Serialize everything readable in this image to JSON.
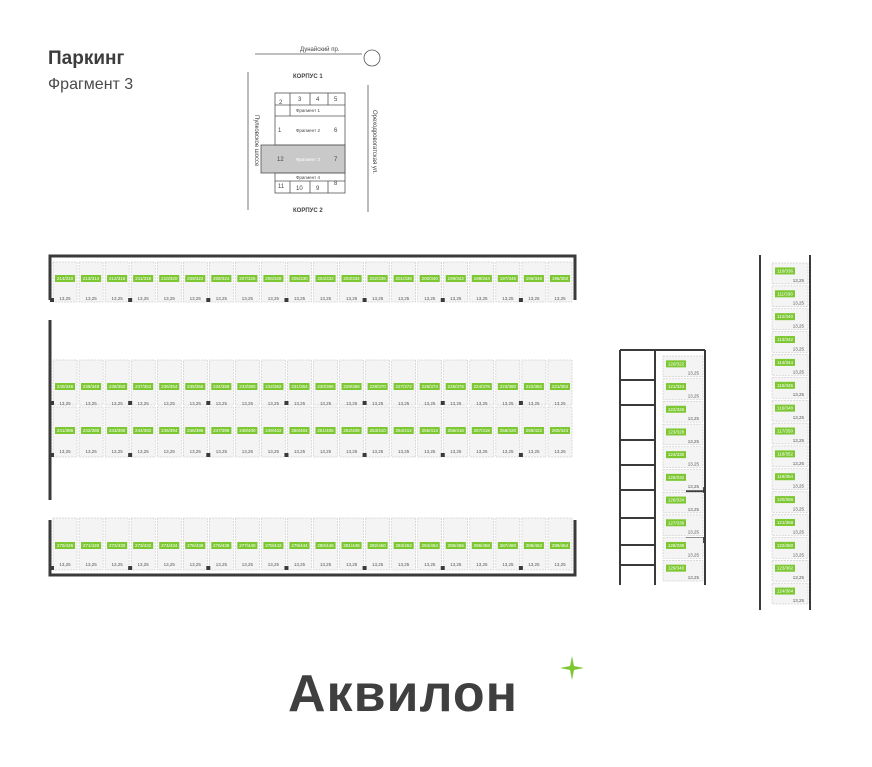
{
  "page": {
    "title": "Паркинг",
    "subtitle": "Фрагмент 3"
  },
  "keyplan": {
    "street_top": "Дунайский пр.",
    "street_left": "Пулковское шоссе",
    "street_right": "Ореходровогатская ул.",
    "building_top": "КОРПУС 1",
    "building_bottom": "КОРПУС 2",
    "zones": [
      "1",
      "2",
      "3",
      "4",
      "5",
      "6",
      "7",
      "8",
      "9",
      "10",
      "11",
      "12"
    ],
    "fragments": [
      "Фрагмент 1",
      "Фрагмент 2",
      "Фрагмент 3",
      "Фрагмент 4"
    ],
    "active_fragment": "Фрагмент 3"
  },
  "parking": {
    "spot_area": "13,25",
    "available_color": "#7dc832",
    "row_top": [
      "214/310",
      "213/314",
      "212/316",
      "211/318",
      "210/320",
      "209/322",
      "208/324",
      "207/326",
      "206/328",
      "205/330",
      "204/332",
      "203/334",
      "202/336",
      "201/338",
      "200/340",
      "199/342",
      "198/344",
      "197/346",
      "196/348",
      "195/350"
    ],
    "row_mid_upper": [
      "240/346",
      "239/348",
      "238/350",
      "237/352",
      "236/354",
      "235/356",
      "234/358",
      "233/360",
      "232/362",
      "231/364",
      "230/366",
      "229/368",
      "228/370",
      "227/372",
      "226/374",
      "225/376",
      "224/378",
      "223/380",
      "222/382",
      "221/384"
    ],
    "row_mid_lower": [
      "241/386",
      "242/388",
      "243/390",
      "244/392",
      "245/394",
      "246/396",
      "247/398",
      "248/400",
      "249/402",
      "250/404",
      "251/406",
      "252/408",
      "253/410",
      "254/412",
      "255/414",
      "256/416",
      "257/418",
      "258/420",
      "259/422",
      "260/424"
    ],
    "row_bottom": [
      "270/426",
      "271/428",
      "272/430",
      "273/432",
      "274/434",
      "275/436",
      "276/438",
      "277/440",
      "278/442",
      "279/444",
      "280/446",
      "281/448",
      "282/450",
      "283/452",
      "284/454",
      "285/456",
      "286/458",
      "287/460",
      "288/462",
      "289/464"
    ],
    "column_middle": [
      "120/322",
      "121/324",
      "122/326",
      "123/328",
      "124/330",
      "125/332",
      "126/334",
      "127/336",
      "128/338",
      "129/340"
    ],
    "column_right": [
      "110/336",
      "111/338",
      "112/340",
      "113/342",
      "114/344",
      "115/346",
      "116/348",
      "117/350",
      "118/352",
      "119/354",
      "120/356",
      "121/358",
      "122/360",
      "123/362",
      "124/364"
    ]
  },
  "brand": {
    "name": "Аквилон",
    "accent": "#7dc832"
  }
}
